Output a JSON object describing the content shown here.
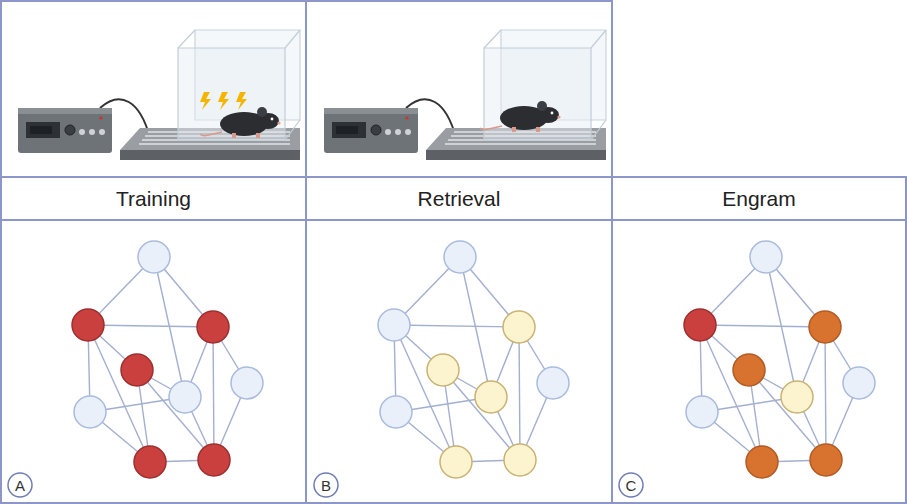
{
  "diagram": {
    "nodes": [
      {
        "text": [
          "Training"
        ]
      },
      {
        "text": [
          "Retrieval"
        ]
      },
      {
        "text": [
          "Engram"
        ]
      },
      {
        "text": [
          "A"
        ]
      },
      {
        "text": [
          "B"
        ]
      },
      {
        "text": [
          "C"
        ]
      }
    ]
  }
}
